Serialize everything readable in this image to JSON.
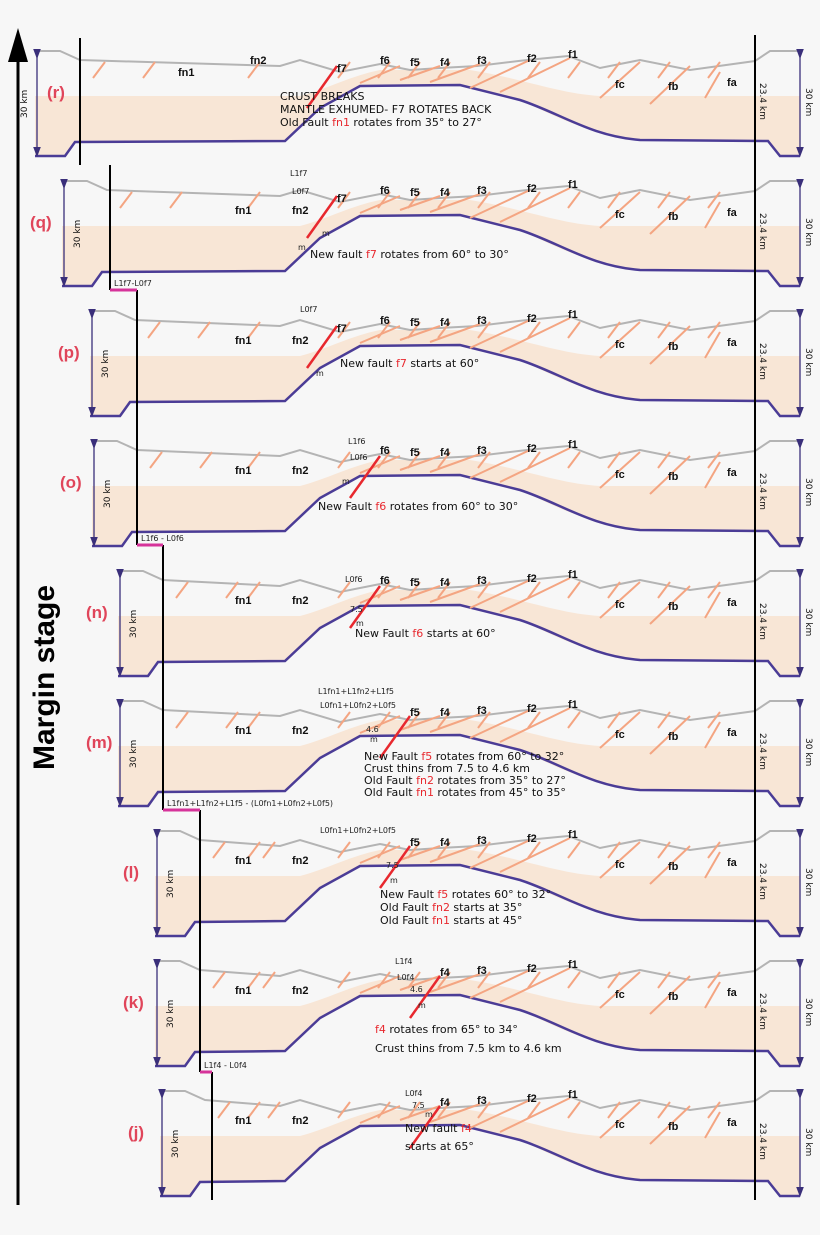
{
  "title": "Margin stage",
  "colors": {
    "label_red": "#e0455a",
    "crust_fill": "#f8e6d6",
    "moho": "#4b3c96",
    "fault": "#f4a582",
    "active_fault": "#e8282e",
    "topo": "#b4b4b4",
    "offset_bar": "#d6339a"
  },
  "side_labels": {
    "left": "30 km",
    "right_inner": "23.4 km",
    "right_outer": "30 km"
  },
  "offsets": [
    "L1f7-L0f7",
    "L1f6 - L0f6",
    "L1fn1+L1fn2+L1f5 - (L0fn1+L0fn2+L0f5)",
    "L1f4 - L0f4"
  ],
  "panels": [
    {
      "label": "(r)",
      "faults": [
        "fn1",
        "fn2",
        "f7",
        "f6",
        "f5",
        "f4",
        "f3",
        "f2",
        "f1",
        "fc",
        "fb",
        "fa"
      ],
      "annotations": [],
      "caption": [
        [
          {
            "t": "CRUST BREAKS",
            "red": false
          }
        ],
        [
          {
            "t": "MANTLE EXHUMED- F7 ROTATES BACK",
            "red": false
          }
        ],
        [
          {
            "t": "Old Fault ",
            "red": false
          },
          {
            "t": "fn1",
            "red": true
          },
          {
            "t": " rotates from 35° to 27°",
            "red": false
          }
        ]
      ]
    },
    {
      "label": "(q)",
      "faults": [
        "fn1",
        "fn2",
        "f7",
        "f6",
        "f5",
        "f4",
        "f3",
        "f2",
        "f1",
        "fc",
        "fb",
        "fa"
      ],
      "annotations": [
        "L1f7",
        "L0f7",
        "m",
        "m"
      ],
      "caption": [
        [
          {
            "t": "New fault ",
            "red": false
          },
          {
            "t": "f7",
            "red": true
          },
          {
            "t": " rotates from 60° to 30°",
            "red": false
          }
        ]
      ]
    },
    {
      "label": "(p)",
      "faults": [
        "fn1",
        "fn2",
        "f7",
        "f6",
        "f5",
        "f4",
        "f3",
        "f2",
        "f1",
        "fc",
        "fb",
        "fa"
      ],
      "annotations": [
        "L0f7",
        "m"
      ],
      "caption": [
        [
          {
            "t": "New fault ",
            "red": false
          },
          {
            "t": "f7",
            "red": true
          },
          {
            "t": " starts at 60°",
            "red": false
          }
        ]
      ]
    },
    {
      "label": "(o)",
      "faults": [
        "fn1",
        "fn2",
        "f6",
        "f5",
        "f4",
        "f3",
        "f2",
        "f1",
        "fc",
        "fb",
        "fa"
      ],
      "annotations": [
        "L1f6",
        "L0f6",
        "m"
      ],
      "caption": [
        [
          {
            "t": "New Fault ",
            "red": false
          },
          {
            "t": "f6",
            "red": true
          },
          {
            "t": " rotates from 60° to 30°",
            "red": false
          }
        ]
      ]
    },
    {
      "label": "(n)",
      "faults": [
        "fn1",
        "fn2",
        "f6",
        "f5",
        "f4",
        "f3",
        "f2",
        "f1",
        "fc",
        "fb",
        "fa"
      ],
      "annotations": [
        "L0f6",
        "7.5",
        "m"
      ],
      "caption": [
        [
          {
            "t": "New Fault ",
            "red": false
          },
          {
            "t": "f6",
            "red": true
          },
          {
            "t": " starts at 60°",
            "red": false
          }
        ]
      ]
    },
    {
      "label": "(m)",
      "faults": [
        "fn1",
        "fn2",
        "f5",
        "f4",
        "f3",
        "f2",
        "f1",
        "fc",
        "fb",
        "fa"
      ],
      "annotations": [
        "L1fn1+L1fn2+L1f5",
        "L0fn1+L0fn2+L0f5",
        "4.6",
        "m"
      ],
      "caption": [
        [
          {
            "t": "New Fault ",
            "red": false
          },
          {
            "t": "f5",
            "red": true
          },
          {
            "t": " rotates from 60° to 32°",
            "red": false
          }
        ],
        [
          {
            "t": "Crust thins from 7.5 to 4.6 km",
            "red": false
          }
        ],
        [
          {
            "t": "Old Fault ",
            "red": false
          },
          {
            "t": "fn2",
            "red": true
          },
          {
            "t": " rotates from 35° to 27°",
            "red": false
          }
        ],
        [
          {
            "t": "Old Fault ",
            "red": false
          },
          {
            "t": "fn1",
            "red": true
          },
          {
            "t": " rotates from 45° to 35°",
            "red": false
          }
        ]
      ]
    },
    {
      "label": "(l)",
      "faults": [
        "fn1",
        "fn2",
        "f5",
        "f4",
        "f3",
        "f2",
        "f1",
        "fc",
        "fb",
        "fa"
      ],
      "annotations": [
        "L0fn1+L0fn2+L0f5",
        "7.5",
        "m"
      ],
      "caption": [
        [
          {
            "t": "New Fault ",
            "red": false
          },
          {
            "t": "f5",
            "red": true
          },
          {
            "t": " rotates 60° to 32°",
            "red": false
          }
        ],
        [
          {
            "t": "Old Fault ",
            "red": false
          },
          {
            "t": "fn2",
            "red": true
          },
          {
            "t": " starts at 35°",
            "red": false
          }
        ],
        [
          {
            "t": "Old Fault ",
            "red": false
          },
          {
            "t": "fn1",
            "red": true
          },
          {
            "t": " starts at 45°",
            "red": false
          }
        ]
      ]
    },
    {
      "label": "(k)",
      "faults": [
        "fn1",
        "fn2",
        "f4",
        "f3",
        "f2",
        "f1",
        "fc",
        "fb",
        "fa"
      ],
      "annotations": [
        "L1f4",
        "L0f4",
        "4.6",
        "m"
      ],
      "caption": [
        [
          {
            "t": "f4",
            "red": true
          },
          {
            "t": " rotates from 65° to 34°",
            "red": false
          }
        ],
        [
          {
            "t": "Crust thins from 7.5 km to 4.6 km",
            "red": false
          }
        ]
      ]
    },
    {
      "label": "(j)",
      "faults": [
        "fn1",
        "fn2",
        "f4",
        "f3",
        "f2",
        "f1",
        "fc",
        "fb",
        "fa"
      ],
      "annotations": [
        "L0f4",
        "7.5",
        "m"
      ],
      "caption": [
        [
          {
            "t": "New fault ",
            "red": false
          },
          {
            "t": "f4",
            "red": true
          }
        ],
        [
          {
            "t": "starts at 65°",
            "red": false
          }
        ]
      ]
    }
  ]
}
